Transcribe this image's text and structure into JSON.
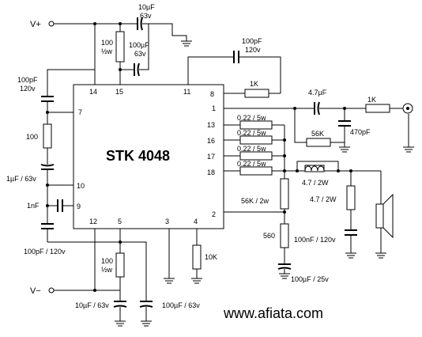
{
  "ic": {
    "name": "STK 4048",
    "pins": {
      "p1": "1",
      "p2": "2",
      "p3": "3",
      "p4": "4",
      "p5": "5",
      "p7": "7",
      "p8": "8",
      "p9": "9",
      "p10": "10",
      "p11": "11",
      "p12": "12",
      "p13": "13",
      "p14": "14",
      "p15": "15",
      "p16": "16",
      "p17": "17",
      "p18": "18"
    }
  },
  "rails": {
    "vplus": "V+",
    "vminus": "V−"
  },
  "labels": {
    "c_top_a": "10µF",
    "c_top_b": "63v",
    "r_top_a": "100",
    "r_top_b": "½w",
    "c_boot_a": "100µF",
    "c_boot_b": "63v",
    "c_fb_a": "100pF",
    "c_fb_b": "120v",
    "c_left_a": "100pF",
    "c_left_b": "120v",
    "r_left": "100",
    "c_1u": "1µF / 63v",
    "c_1n": "1nF",
    "c_bl": "100pF / 120v",
    "r_1k_a": "1K",
    "c_47u": "4.7µF",
    "r_1k_b": "1K",
    "r_56k": "56K",
    "c_470p": "470pF",
    "r13": "0.22 / 5w",
    "r16": "0.22 / 5w",
    "r17": "0.22 / 5w",
    "r18": "0.22 / 5w",
    "l_out": "4.7 / 2W",
    "r_zob": "4.7 / 2W",
    "r_56k2": "56K / 2w",
    "r_560": "560",
    "c_zob": "100nF / 120v",
    "c_100u25": "100µF / 25v",
    "r_10k": "10K",
    "r_bot_a": "100",
    "r_bot_b": "½w",
    "c_bot1": "10µF / 63v",
    "c_bot2": "100µF / 63v"
  },
  "website": "www.afiata.com"
}
